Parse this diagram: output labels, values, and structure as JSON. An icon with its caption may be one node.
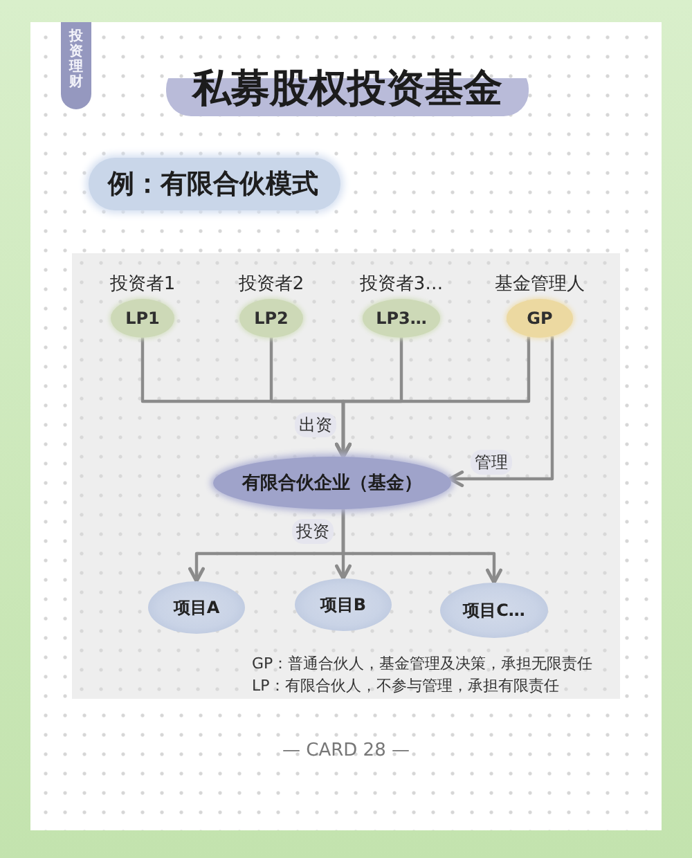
{
  "diagram": {
    "title": "私募股权投资基金",
    "nodes": [
      {
        "text": [
          "投资者1",
          "LP1"
        ]
      },
      {
        "text": [
          "投资者2",
          "LP2"
        ]
      },
      {
        "text": [
          "投资者3…",
          "LP3…"
        ]
      },
      {
        "text": [
          "基金管理人",
          "GP"
        ]
      },
      {
        "text": [
          "有限合伙企业（基金）"
        ]
      },
      {
        "text": [
          "项目A"
        ]
      },
      {
        "text": [
          "项目B"
        ]
      },
      {
        "text": [
          "项目C…"
        ]
      }
    ],
    "edges": [
      {
        "from": 0,
        "to": 4,
        "arrow": "to",
        "label": "出资"
      },
      {
        "from": 1,
        "to": 4,
        "arrow": "to"
      },
      {
        "from": 2,
        "to": 4,
        "arrow": "to"
      },
      {
        "from": 3,
        "to": 4,
        "arrow": "to"
      },
      {
        "from": 3,
        "to": 4,
        "arrow": "to",
        "label": "管理"
      },
      {
        "from": 4,
        "to": 5,
        "arrow": "to",
        "label": "投资"
      },
      {
        "from": 4,
        "to": 6,
        "arrow": "to"
      },
      {
        "from": 4,
        "to": 7,
        "arrow": "to"
      }
    ],
    "labels": [
      "投资理财",
      "例：有限合伙模式",
      "GP：普通合伙人，基金管理及决策，承担无限责任",
      "LP：有限合伙人，不参与管理，承担有限责任",
      "— CARD 28 —"
    ]
  }
}
